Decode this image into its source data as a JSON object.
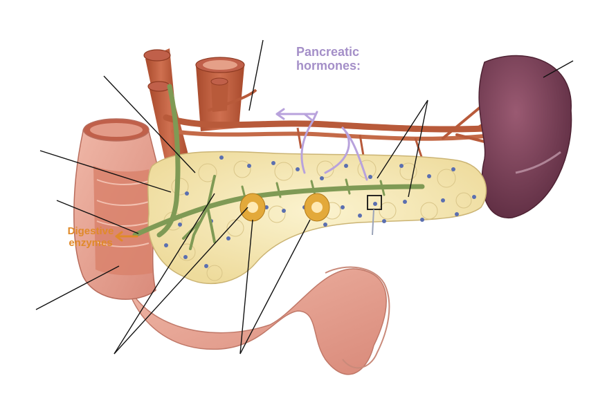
{
  "labels": {
    "pancreatic_hormones_line1": "Pancreatic",
    "pancreatic_hormones_line2": "hormones:",
    "digestive_enzymes_line1": "Digestive",
    "digestive_enzymes_line2": "enzymes"
  },
  "colors": {
    "hormone_label": "#a48fc8",
    "enzyme_label": "#e08a2a",
    "pancreas": "#f3e6b0",
    "duodenum": "#e8a898",
    "spleen": "#7a3f55",
    "vessels": "#b85a3a",
    "duct": "#7f9a55",
    "islets": "#5b6fb0"
  }
}
